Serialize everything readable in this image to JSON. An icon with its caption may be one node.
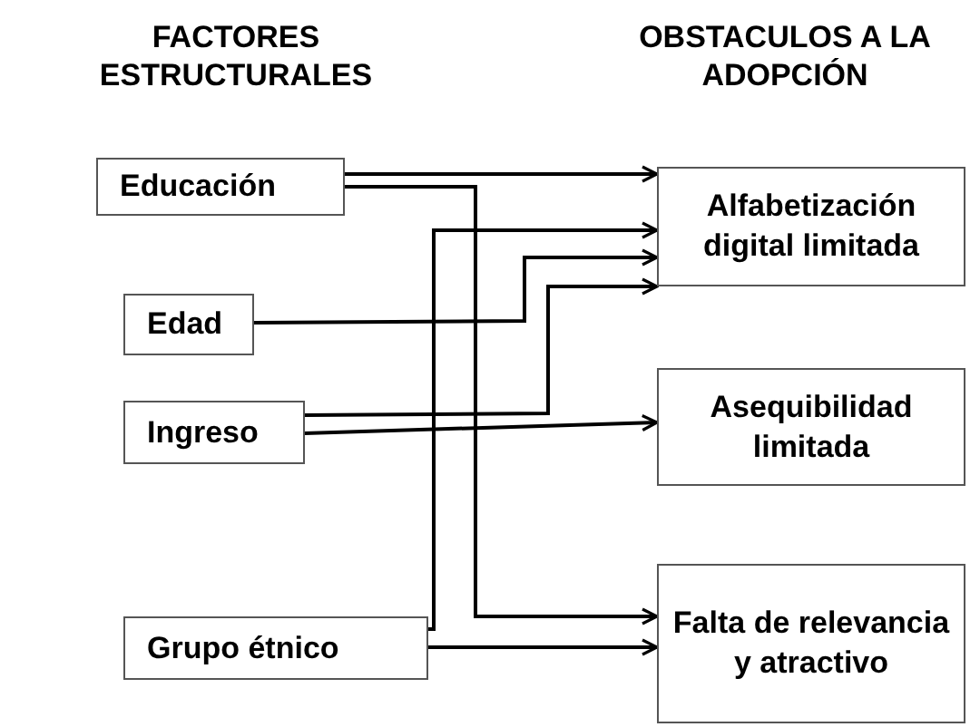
{
  "diagram": {
    "nodes": [
      {
        "text": [
          "Educación"
        ]
      },
      {
        "text": [
          "Edad"
        ]
      },
      {
        "text": [
          "Ingreso"
        ]
      },
      {
        "text": [
          "Grupo étnico"
        ]
      },
      {
        "text": [
          "Alfabetización digital limitada"
        ]
      },
      {
        "text": [
          "Asequibilidad limitada"
        ]
      },
      {
        "text": [
          "Falta de relevancia y atractivo"
        ]
      }
    ],
    "edges": [
      {
        "from": 0,
        "to": 4,
        "arrow": "to"
      },
      {
        "from": 0,
        "to": 6,
        "arrow": "to"
      },
      {
        "from": 3,
        "to": 4,
        "arrow": "to"
      },
      {
        "from": 1,
        "to": 4,
        "arrow": "to"
      },
      {
        "from": 2,
        "to": 4,
        "arrow": "to"
      },
      {
        "from": 2,
        "to": 5,
        "arrow": "to"
      },
      {
        "from": 3,
        "to": 6,
        "arrow": "to"
      }
    ],
    "labels": [
      "FACTORES ESTRUCTURALES",
      "OBSTACULOS A LA ADOPCIÓN"
    ]
  }
}
